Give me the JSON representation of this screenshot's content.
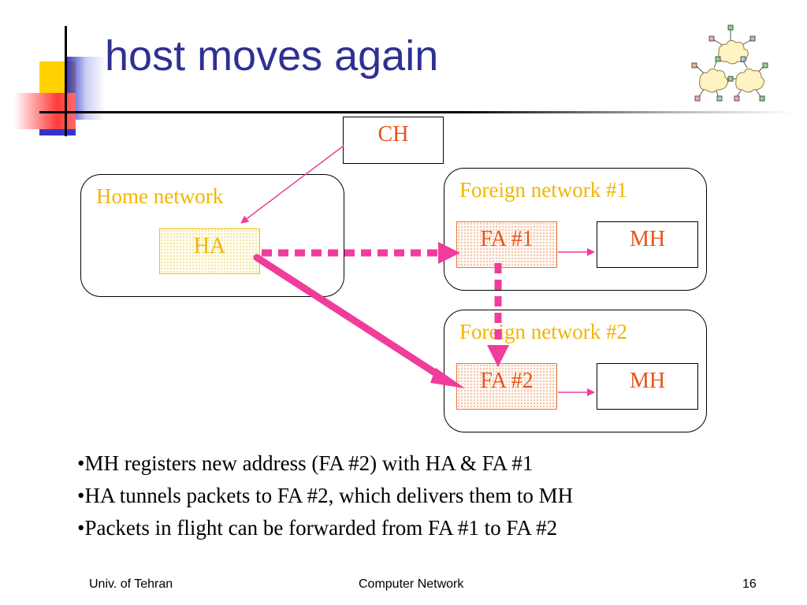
{
  "title": "host moves again",
  "colors": {
    "title": "#2e3192",
    "accent_yellow": "#ffd200",
    "accent_blue": "#3333cc",
    "accent_red": "#ff4444",
    "network_label": "#f2b500",
    "fa_label": "#e8521a",
    "tunnel_arrow": "#f03c9b"
  },
  "diagram": {
    "ch_label": "CH",
    "home_network_label": "Home network",
    "ha_label": "HA",
    "foreign1_label": "Foreign network #1",
    "fa1_label": "FA #1",
    "mh1_label": "MH",
    "foreign2_label": "Foreign network #2",
    "fa2_label": "FA #2",
    "mh2_label": "MH"
  },
  "bullets": [
    "•MH registers new address (FA #2) with HA & FA #1",
    "•HA tunnels packets to FA #2, which delivers them to MH",
    "•Packets in flight can be forwarded from FA #1 to FA #2"
  ],
  "footer": {
    "left": "Univ. of Tehran",
    "center": "Computer Network",
    "page": "16"
  }
}
